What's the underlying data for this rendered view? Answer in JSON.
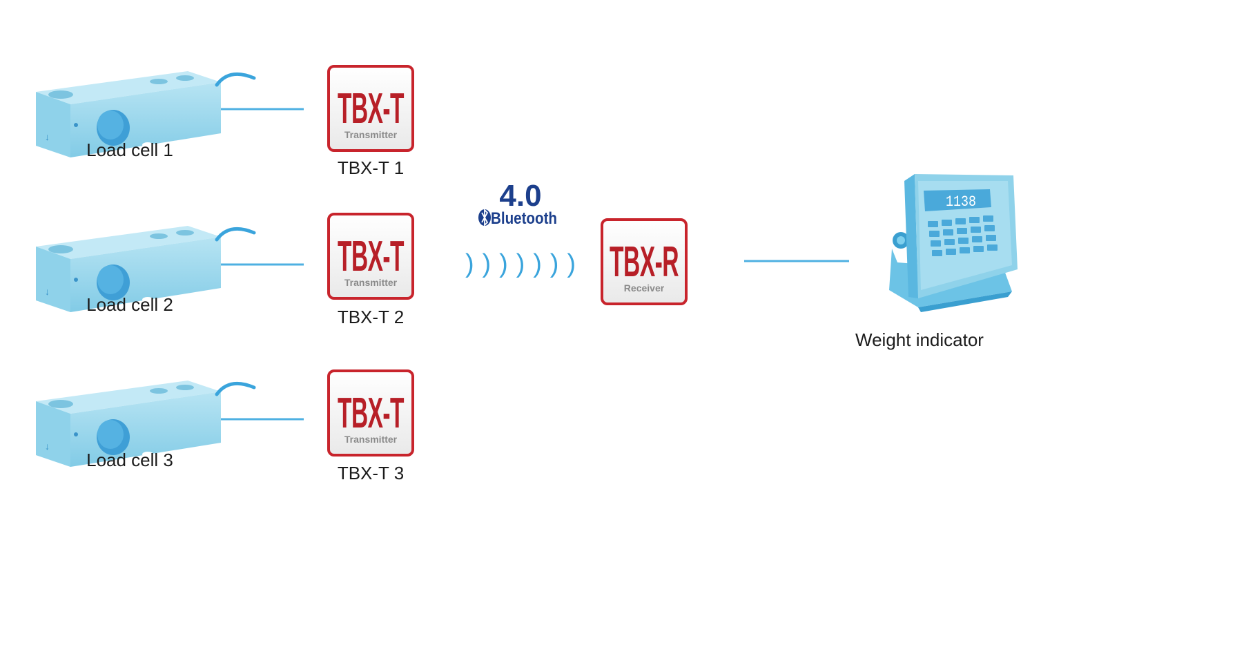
{
  "load_cells": [
    {
      "label": "Load cell 1"
    },
    {
      "label": "Load cell 2"
    },
    {
      "label": "Load cell 3"
    }
  ],
  "transmitters": [
    {
      "title": "TBX-T",
      "subtitle": "Transmitter",
      "label": "TBX-T 1"
    },
    {
      "title": "TBX-T",
      "subtitle": "Transmitter",
      "label": "TBX-T 2"
    },
    {
      "title": "TBX-T",
      "subtitle": "Transmitter",
      "label": "TBX-T 3"
    }
  ],
  "bluetooth": {
    "version": "4.0",
    "word": "Bluetooth",
    "waves": ")))))))"
  },
  "receiver": {
    "title": "TBX-R",
    "subtitle": "Receiver"
  },
  "indicator": {
    "label": "Weight indicator",
    "display": "1138"
  },
  "colors": {
    "box_border": "#c8242c",
    "box_text": "#b71f27",
    "line": "#4eb0e2",
    "device_body": "#8fd2ea",
    "bluetooth_blue": "#1c3f8c"
  }
}
